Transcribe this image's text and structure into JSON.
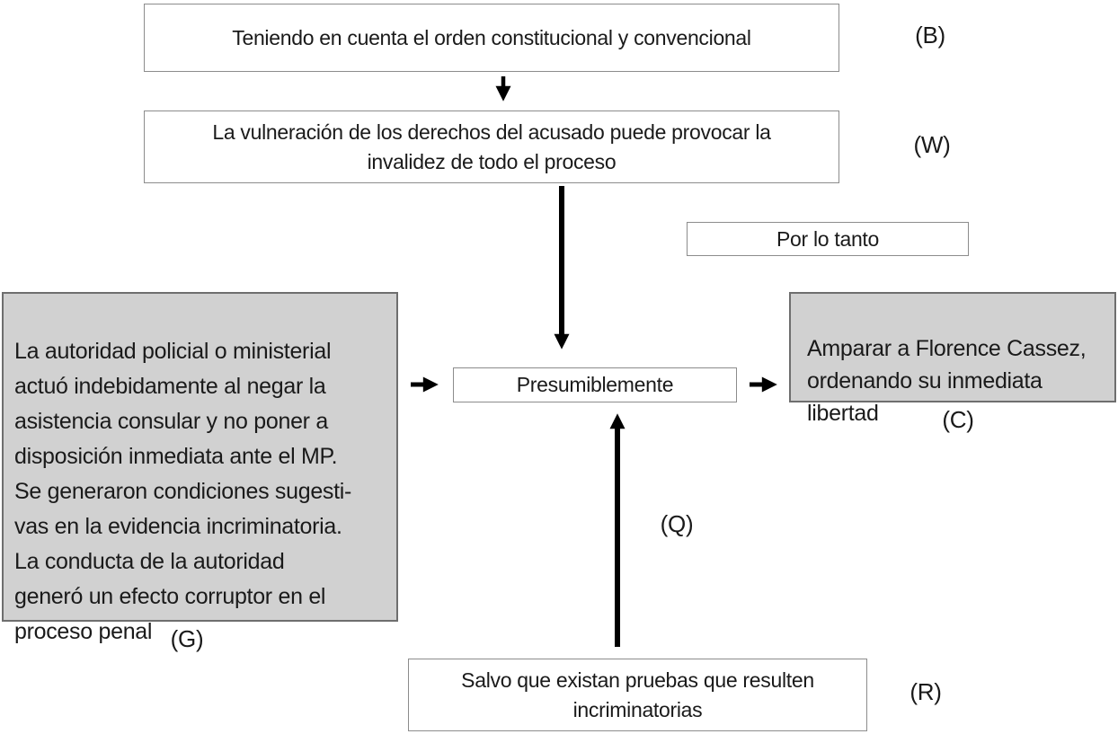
{
  "diagram": {
    "title_hint": "Toulmin argument scheme (Florence Cassez case)",
    "colors": {
      "background": "#ffffff",
      "gray_box_fill": "#d1d1d1",
      "gray_box_border": "#6e6e6e",
      "white_box_border": "#8c8c8c",
      "arrow": "#000000",
      "text": "#1a1a1a"
    },
    "nodes": {
      "backing": {
        "text": "Teniendo en cuenta el orden constitucional y convencional",
        "label": "(B)"
      },
      "warrant": {
        "text": "La vulneración de los derechos del acusado puede provocar la\ninvalidez de todo el proceso",
        "label": "(W)"
      },
      "por_lo_tanto": {
        "text": "Por lo tanto"
      },
      "grounds": {
        "text": "La autoridad policial o ministerial\nactuó indebidamente al negar la\nasistencia consular y no poner a\ndisposición inmediata ante el MP.\nSe generaron condiciones sugesti-\nvas en la evidencia incriminatoria.\nLa conducta de la autoridad\ngeneró un efecto corruptor en el\nproceso penal",
        "label": "(G)"
      },
      "qualifier": {
        "text": "Presumiblemente",
        "label": "(Q)"
      },
      "claim": {
        "text": "Amparar a Florence Cassez,\nordenando su inmediata\nlibertad",
        "label": "(C)"
      },
      "rebuttal": {
        "text": "Salvo que existan pruebas que resulten\nincriminatorias",
        "label": "(R)"
      }
    }
  }
}
